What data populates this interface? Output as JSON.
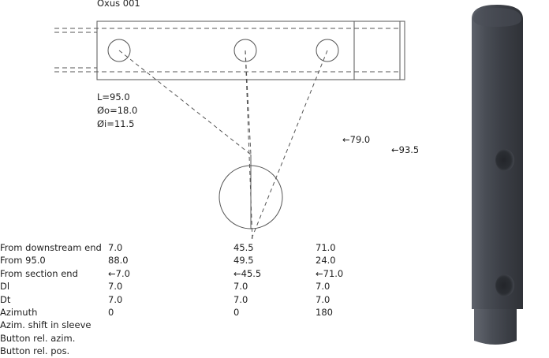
{
  "title": "Oxus 001",
  "dimensions": {
    "length": "L=95.0",
    "outer_diameter": "Øo=18.0",
    "inner_diameter": "Øi=11.5"
  },
  "annotations": {
    "offset_79": "←79.0",
    "offset_93": "←93.5"
  },
  "table": {
    "rows": [
      {
        "label": "From downstream end",
        "values": [
          "7.0",
          "45.5",
          "71.0"
        ]
      },
      {
        "label": "From 95.0",
        "values": [
          "88.0",
          "49.5",
          "24.0"
        ]
      },
      {
        "label": "From section end",
        "values": [
          "←7.0",
          "←45.5",
          "←71.0"
        ]
      },
      {
        "label": "Dl",
        "values": [
          "7.0",
          "7.0",
          "7.0"
        ]
      },
      {
        "label": "Dt",
        "values": [
          "7.0",
          "7.0",
          "7.0"
        ]
      },
      {
        "label": "Azimuth",
        "values": [
          "0",
          "0",
          "180"
        ]
      },
      {
        "label": "Azim. shift in sleeve",
        "values": [
          "",
          "",
          ""
        ]
      },
      {
        "label": "Button rel. azim.",
        "values": [
          "",
          "",
          ""
        ]
      },
      {
        "label": "Button rel. pos.",
        "values": [
          "",
          "",
          ""
        ]
      }
    ]
  },
  "colors": {
    "line": "#555555",
    "text": "#1e1e1e",
    "shaft_dark": "#3a3d44",
    "shaft_mid": "#5b5f68",
    "shaft_light": "#7a7e87"
  }
}
